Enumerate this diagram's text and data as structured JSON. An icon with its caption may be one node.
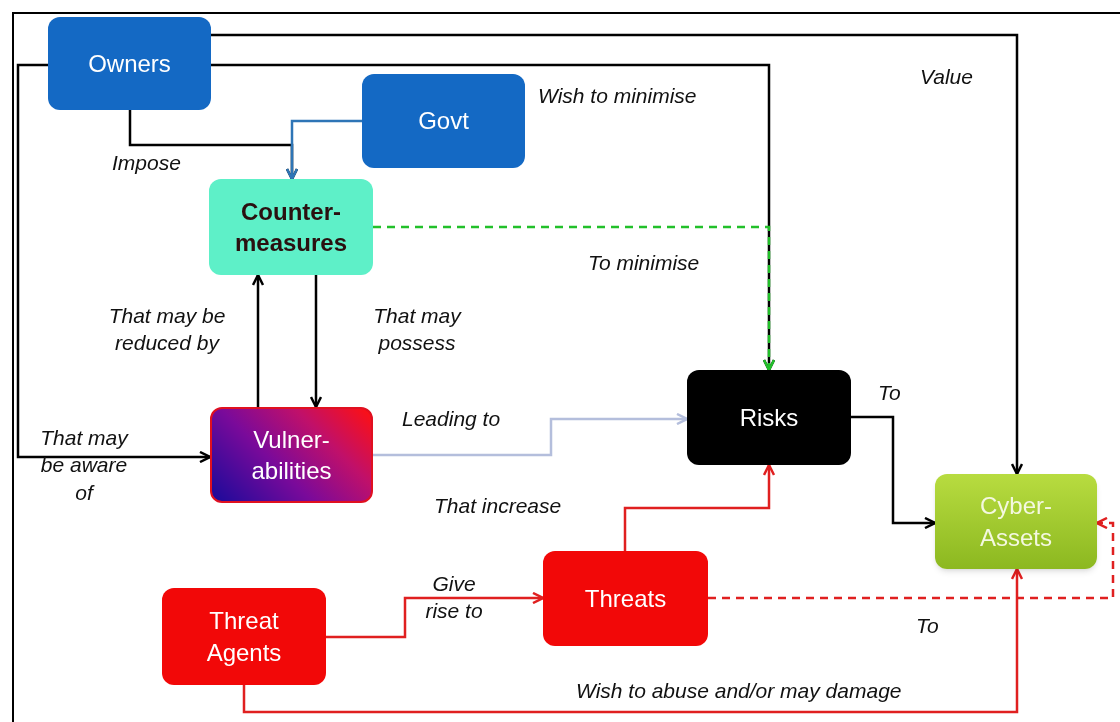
{
  "diagram": {
    "nodes": [
      {
        "text": [
          "Owners"
        ]
      },
      {
        "text": [
          "Govt"
        ]
      },
      {
        "text": [
          "Counter-measures"
        ]
      },
      {
        "text": [
          "Vulner-abilities"
        ]
      },
      {
        "text": [
          "Risks"
        ]
      },
      {
        "text": [
          "Cyber-Assets"
        ]
      },
      {
        "text": [
          "Threat Agents"
        ]
      },
      {
        "text": [
          "Threats"
        ]
      }
    ],
    "edges": [
      {
        "from": 0,
        "to": 2,
        "arrow": "to",
        "label": "Impose"
      },
      {
        "from": 1,
        "to": 2,
        "arrow": "to",
        "color": "#2e75b6"
      },
      {
        "from": 0,
        "to": 5,
        "arrow": "to",
        "label": "Value"
      },
      {
        "from": 0,
        "to": 4,
        "arrow": "to",
        "label": "Wish to minimise"
      },
      {
        "from": 0,
        "to": 3,
        "arrow": "to",
        "label": "That may be aware of"
      },
      {
        "from": 2,
        "to": 4,
        "arrow": "to",
        "label": "To minimise",
        "style": "dashed",
        "color": "#22c02a"
      },
      {
        "from": 3,
        "to": 2,
        "arrow": "to",
        "label": "That may be reduced by"
      },
      {
        "from": 2,
        "to": 3,
        "arrow": "to",
        "label": "That may possess"
      },
      {
        "from": 3,
        "to": 4,
        "arrow": "to",
        "label": "Leading to",
        "color": "#b4bedc"
      },
      {
        "from": 4,
        "to": 5,
        "arrow": "to",
        "label": "To"
      },
      {
        "from": 6,
        "to": 7,
        "arrow": "to",
        "label": "Give rise to",
        "color": "#e02020"
      },
      {
        "from": 7,
        "to": 4,
        "arrow": "to",
        "label": "That increase",
        "color": "#e02020"
      },
      {
        "from": 7,
        "to": 5,
        "arrow": "to",
        "label": "To",
        "style": "dashed",
        "color": "#e02020"
      },
      {
        "from": 6,
        "to": 5,
        "arrow": "to",
        "label": "Wish to abuse and/or may damage",
        "color": "#e02020"
      }
    ]
  }
}
